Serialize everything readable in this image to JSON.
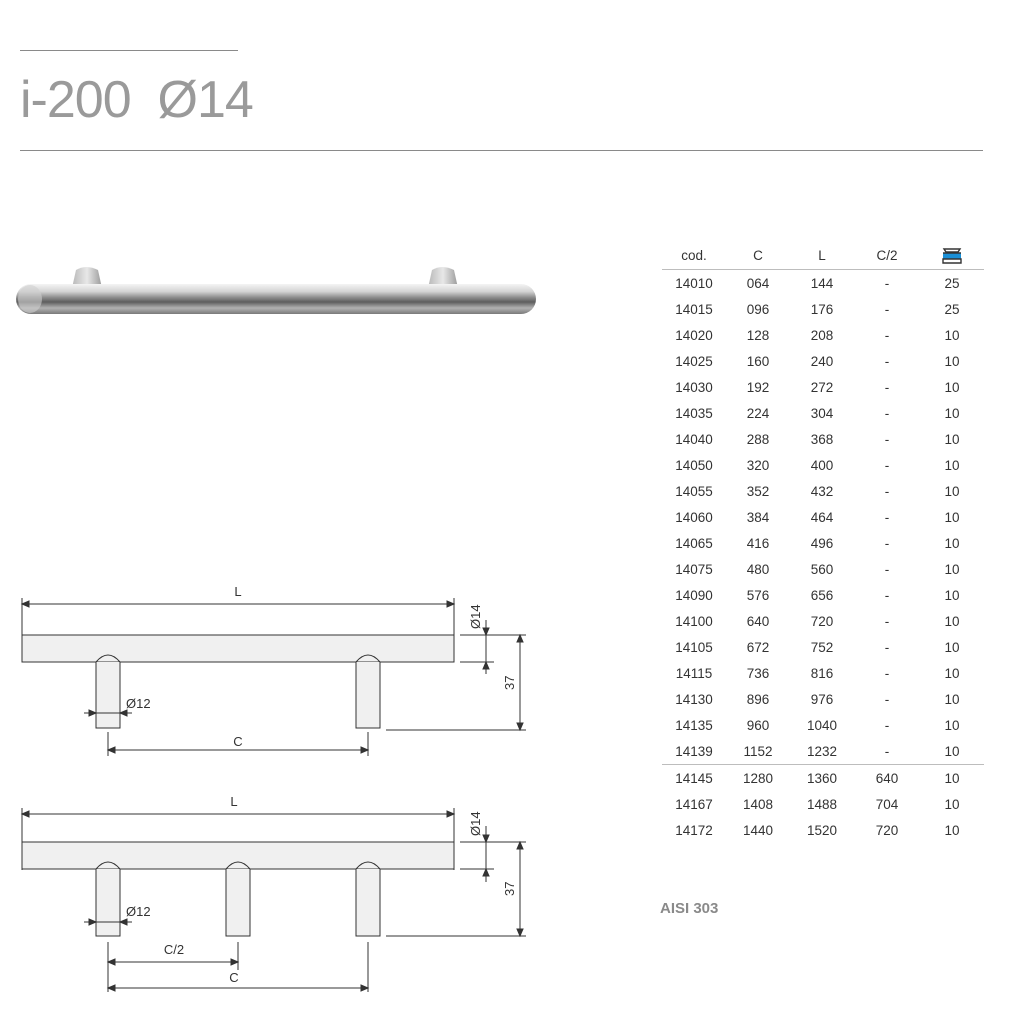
{
  "header": {
    "title": "i-200  Ø14"
  },
  "table": {
    "columns": [
      "cod.",
      "C",
      "L",
      "C/2"
    ],
    "pack_icon": "box-pack-icon",
    "rows": [
      [
        "14010",
        "064",
        "144",
        "-",
        "25"
      ],
      [
        "14015",
        "096",
        "176",
        "-",
        "25"
      ],
      [
        "14020",
        "128",
        "208",
        "-",
        "10"
      ],
      [
        "14025",
        "160",
        "240",
        "-",
        "10"
      ],
      [
        "14030",
        "192",
        "272",
        "-",
        "10"
      ],
      [
        "14035",
        "224",
        "304",
        "-",
        "10"
      ],
      [
        "14040",
        "288",
        "368",
        "-",
        "10"
      ],
      [
        "14050",
        "320",
        "400",
        "-",
        "10"
      ],
      [
        "14055",
        "352",
        "432",
        "-",
        "10"
      ],
      [
        "14060",
        "384",
        "464",
        "-",
        "10"
      ],
      [
        "14065",
        "416",
        "496",
        "-",
        "10"
      ],
      [
        "14075",
        "480",
        "560",
        "-",
        "10"
      ],
      [
        "14090",
        "576",
        "656",
        "-",
        "10"
      ],
      [
        "14100",
        "640",
        "720",
        "-",
        "10"
      ],
      [
        "14105",
        "672",
        "752",
        "-",
        "10"
      ],
      [
        "14115",
        "736",
        "816",
        "-",
        "10"
      ],
      [
        "14130",
        "896",
        "976",
        "-",
        "10"
      ],
      [
        "14135",
        "960",
        "1040",
        "-",
        "10"
      ],
      [
        "14139",
        "1152",
        "1232",
        "-",
        "10"
      ],
      [
        "14145",
        "1280",
        "1360",
        "640",
        "10"
      ],
      [
        "14167",
        "1408",
        "1488",
        "704",
        "10"
      ],
      [
        "14172",
        "1440",
        "1520",
        "720",
        "10"
      ]
    ]
  },
  "drawing1": {
    "length": "L",
    "diameter_bar": "Ø14",
    "height": "37",
    "diameter_leg": "Ø12",
    "center": "C"
  },
  "drawing2": {
    "length": "L",
    "diameter_bar": "Ø14",
    "height": "37",
    "diameter_leg": "Ø12",
    "half_center": "C/2",
    "center": "C"
  },
  "footer": {
    "material": "AISI 303"
  },
  "colors": {
    "rule": "#8a8a8a",
    "title": "#9a9a9a",
    "icon_blue": "#1a8fd6"
  }
}
